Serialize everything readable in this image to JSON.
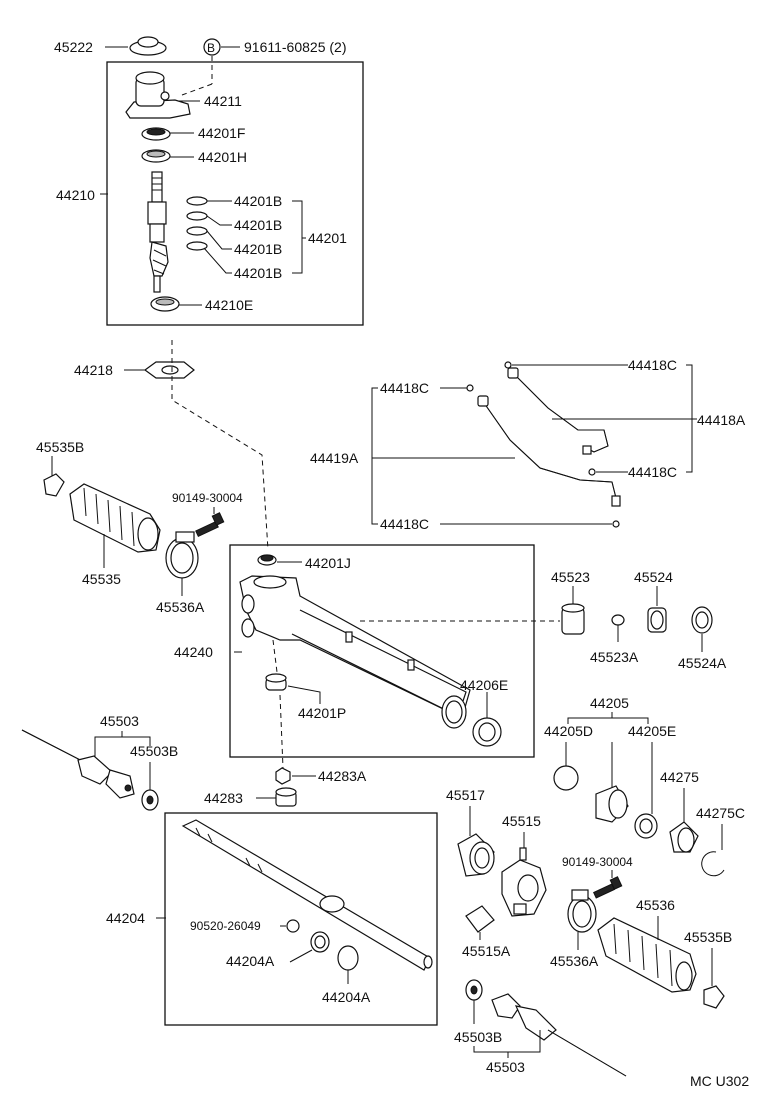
{
  "labels": {
    "p45222": "45222",
    "bolt_mark": "B",
    "p91611": "91611-60825 (2)",
    "p44211": "44211",
    "p44201F": "44201F",
    "p44201H": "44201H",
    "p44210": "44210",
    "p44201B_1": "44201B",
    "p44201B_2": "44201B",
    "p44201B_3": "44201B",
    "p44201B_4": "44201B",
    "p44201": "44201",
    "p44210E": "44210E",
    "p44218": "44218",
    "p44418C_top_right": "44418C",
    "p44418C_top_left": "44418C",
    "p44418A": "44418A",
    "p44419A": "44419A",
    "p44418C_mid_right": "44418C",
    "p44418C_bottom": "44418C",
    "p45535B_left": "45535B",
    "p90149_left": "90149-30004",
    "p45535": "45535",
    "p45536A_left": "45536A",
    "p44201J": "44201J",
    "p44240": "44240",
    "p45523": "45523",
    "p45524": "45524",
    "p45523A": "45523A",
    "p45524A": "45524A",
    "p44206E": "44206E",
    "p44201P": "44201P",
    "p44205": "44205",
    "p44205D": "44205D",
    "p44205E": "44205E",
    "p45503_top": "45503",
    "p45503B_top": "45503B",
    "p44283A": "44283A",
    "p44283": "44283",
    "p44275": "44275",
    "p44275C": "44275C",
    "p45517": "45517",
    "p45515": "45515",
    "p90149_right": "90149-30004",
    "p44204": "44204",
    "p90520": "90520-26049",
    "p44204A_1": "44204A",
    "p44204A_2": "44204A",
    "p45515A": "45515A",
    "p45536": "45536",
    "p45536A_right": "45536A",
    "p45535B_right": "45535B",
    "p45503B_bottom": "45503B",
    "p45503_bottom": "45503",
    "diagram_code": "MC U302"
  }
}
